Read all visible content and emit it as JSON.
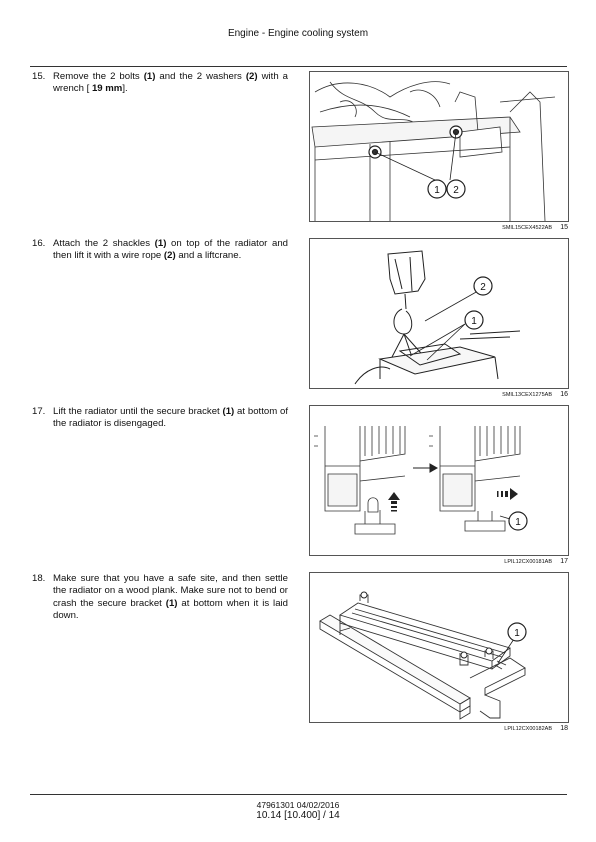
{
  "header": {
    "title": "Engine - Engine cooling system"
  },
  "steps": [
    {
      "num": "15.",
      "parts": [
        {
          "t": "Remove the 2 bolts "
        },
        {
          "t": "(1)",
          "b": true
        },
        {
          "t": " and the 2 washers "
        },
        {
          "t": "(2)",
          "b": true
        },
        {
          "t": " with a wrench [ "
        },
        {
          "t": "19 mm",
          "b": true
        },
        {
          "t": "]."
        }
      ]
    },
    {
      "num": "16.",
      "parts": [
        {
          "t": "Attach the 2 shackles "
        },
        {
          "t": "(1)",
          "b": true
        },
        {
          "t": " on top of the radiator and then lift it with a wire rope "
        },
        {
          "t": "(2)",
          "b": true
        },
        {
          "t": " and a liftcrane."
        }
      ]
    },
    {
      "num": "17.",
      "parts": [
        {
          "t": "Lift the radiator until the secure bracket "
        },
        {
          "t": "(1)",
          "b": true
        },
        {
          "t": " at bottom of the radiator is disengaged."
        }
      ]
    },
    {
      "num": "18.",
      "parts": [
        {
          "t": "Make sure that you have a safe site, and then settle the radiator on a wood plank. Make sure not to bend or crash the secure bracket "
        },
        {
          "t": "(1)",
          "b": true
        },
        {
          "t": " at bottom when it is laid down."
        }
      ]
    }
  ],
  "figures": [
    {
      "code": "SMIL15CEX4522AB",
      "number": "15",
      "callouts": [
        "1",
        "2"
      ]
    },
    {
      "code": "SMIL13CEX1275AB",
      "number": "16",
      "callouts": [
        "2",
        "1"
      ]
    },
    {
      "code": "LPIL12CX00181AB",
      "number": "17",
      "callouts": [
        "1"
      ]
    },
    {
      "code": "LPIL12CX00182AB",
      "number": "18",
      "callouts": [
        "1"
      ]
    }
  ],
  "footer": {
    "doc": "47961301 04/02/2016",
    "page": "10.14 [10.400] / 14"
  }
}
